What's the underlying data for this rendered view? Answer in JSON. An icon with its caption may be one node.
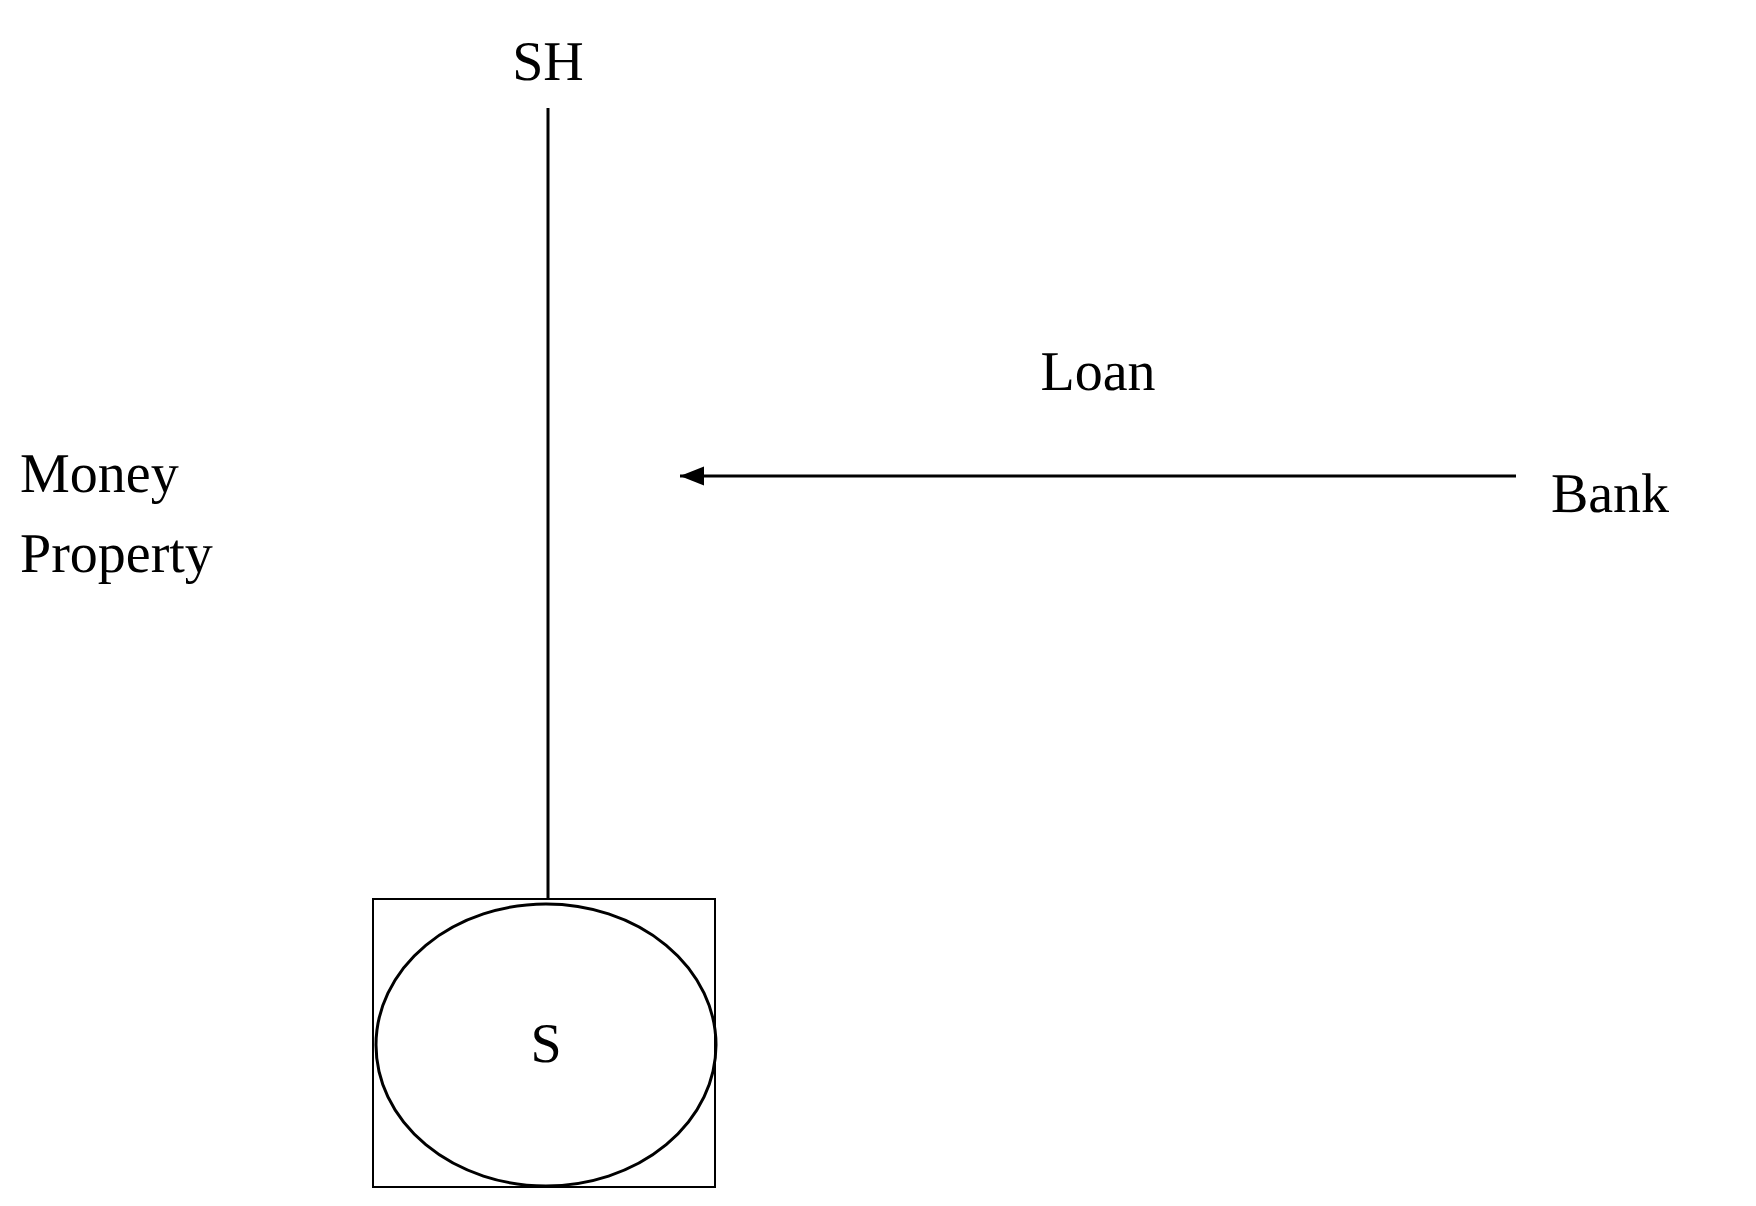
{
  "diagram": {
    "nodes": [
      {
        "text": [
          "SH"
        ]
      },
      {
        "text": [
          "Bank"
        ]
      },
      {
        "text": [],
        "shape": "box"
      },
      {
        "text": [
          "S"
        ],
        "in": 2
      }
    ],
    "edges": [
      {
        "from": 0,
        "to": 2,
        "arrow": "none"
      },
      {
        "from": 1,
        "to": null,
        "arrow": "to",
        "label": "Loan"
      }
    ],
    "labels": [
      "Money Property"
    ]
  }
}
